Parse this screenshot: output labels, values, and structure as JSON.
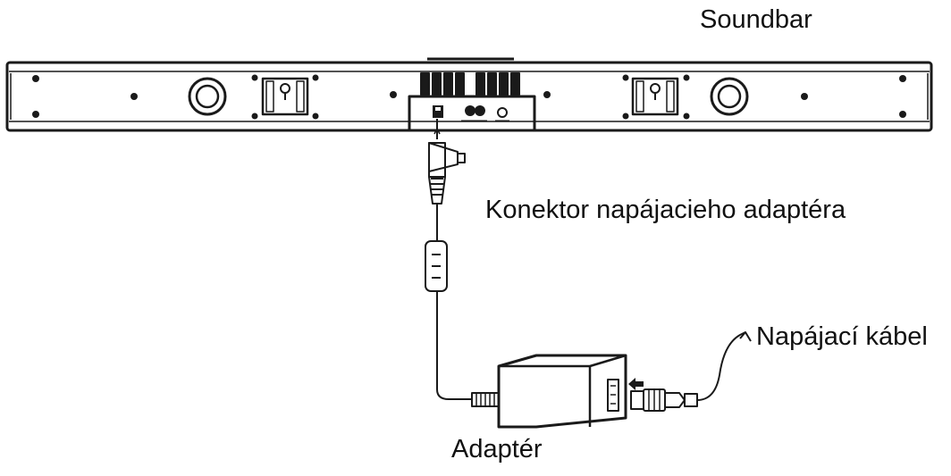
{
  "labels": {
    "soundbar": "Soundbar",
    "adapter_connector": "Konektor napájacieho adaptéra",
    "power_cable": "Napájací kábel",
    "adapter": "Adaptér"
  },
  "colors": {
    "line": "#1a1a1a",
    "background": "#ffffff"
  }
}
